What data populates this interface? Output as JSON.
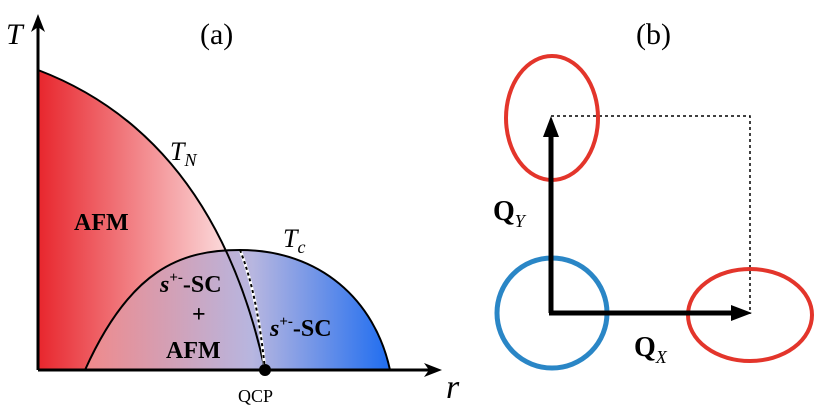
{
  "figure": {
    "panel_a": {
      "label": "(a)",
      "axis_y": "T",
      "axis_x": "r",
      "curve_neel": {
        "main": "T",
        "sub": "N"
      },
      "curve_sc": {
        "main": "T",
        "sub": "c"
      },
      "region_afm": "AFM",
      "region_coexist_line1_base": "s",
      "region_coexist_line1_sup": "+-",
      "region_coexist_line1_rest": "-SC",
      "region_coexist_plus": "+",
      "region_coexist_line3": "AFM",
      "region_sc_base": "s",
      "region_sc_sup": "+-",
      "region_sc_rest": "-SC",
      "qcp_label": "QCP"
    },
    "panel_b": {
      "label": "(b)",
      "vector_y": {
        "main": "Q",
        "sub": "Y"
      },
      "vector_x": {
        "main": "Q",
        "sub": "X"
      }
    },
    "colors": {
      "afm_red": "#e53a3a",
      "sc_blue": "#2f72e0",
      "pocket_red": "#e3352b",
      "pocket_blue": "#2a86c6",
      "ink": "#000000"
    }
  }
}
